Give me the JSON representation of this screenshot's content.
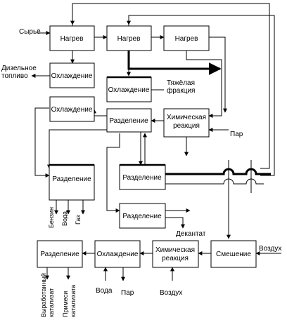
{
  "boxes": {
    "heat1": "Нагрев",
    "heat2": "Нагрев",
    "heat3": "Нагрев",
    "cool1": "Охлаждение",
    "cool2": "Охлаждение",
    "cool3": "Охлаждение",
    "sep1": "Разделение",
    "chem1": [
      "Химическая",
      "реакция"
    ],
    "sep2": "Разделение",
    "sep3": "Разделение",
    "sep4": "Разделение",
    "mix": "Смешение",
    "chem2": [
      "Химическая",
      "реакция"
    ],
    "cool4": "Охлаждение",
    "sep5": "Разделение"
  },
  "labels": {
    "feed": "Сырьё",
    "diesel": [
      "Дизельное",
      "топливо"
    ],
    "heavy": [
      "Тяжёлая",
      "фракция"
    ],
    "steam1": "Пар",
    "gasoline": "Бензин",
    "water1": "Вода",
    "gas": "Газ",
    "decant": "Декантат",
    "air1": "Воздух",
    "water2": "Вода",
    "steam2": "Пар",
    "air2": "Воздух",
    "spent_cat": [
      "Выработанный",
      "катализат"
    ],
    "cat_imp": [
      "Примеси",
      "катализата"
    ]
  }
}
